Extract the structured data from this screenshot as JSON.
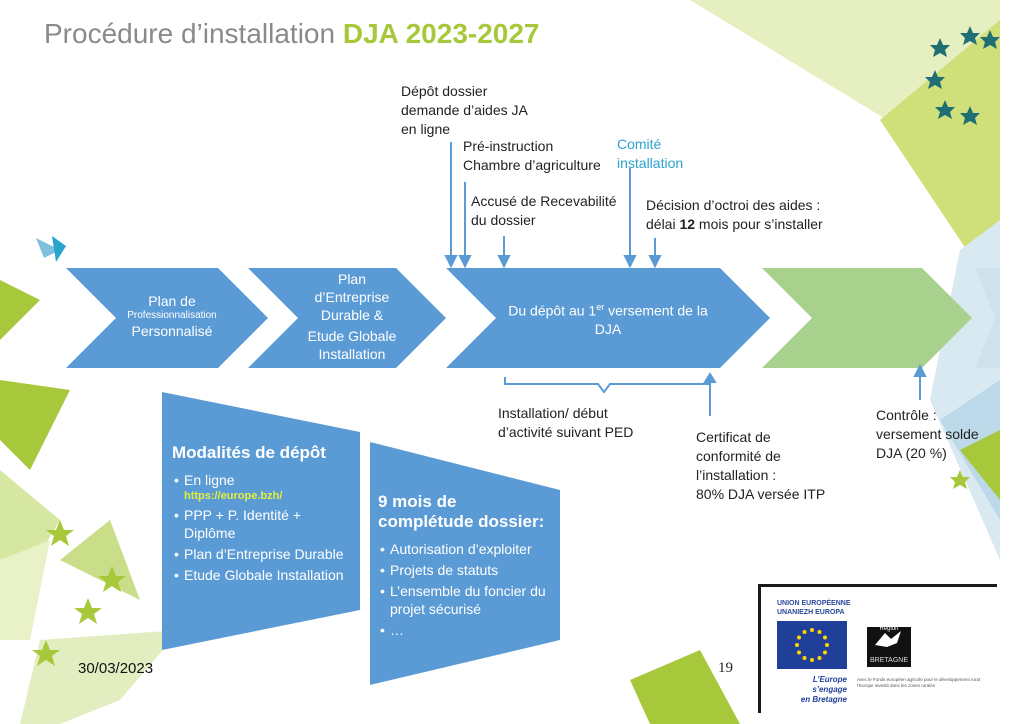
{
  "title": {
    "prefix": "Procédure d’installation ",
    "highlight": "DJA 2023-2027"
  },
  "colors": {
    "accent_green": "#a7c83a",
    "chevron_blue": "#5b9bd5",
    "chevron_green": "#a9d18e",
    "cyan_text": "#2aa3cf"
  },
  "timeline": {
    "step1": {
      "line1": "Plan de",
      "line2": "Professionnalisation",
      "line3": "Personnalisé"
    },
    "step2": {
      "line1": "Plan",
      "line2": "d’Entreprise",
      "line3": "Durable  &",
      "line4": "Etude Globale",
      "line5": "Installation"
    },
    "step3": {
      "text_a": "Du dépôt au 1",
      "sup": "er",
      "text_b": " versement de la",
      "line2": "DJA"
    }
  },
  "annotations": {
    "depot": [
      "Dépôt dossier",
      "demande d’aides JA",
      "en ligne"
    ],
    "preinstruction": [
      "Pré-instruction",
      "Chambre d’agriculture"
    ],
    "comite": [
      "Comité",
      "installation"
    ],
    "accuse": [
      "Accusé de Recevabilité",
      "du dossier"
    ],
    "decision": {
      "line1": "Décision d’octroi des aides :",
      "line2_a": "délai ",
      "line2_bold": "12",
      "line2_b": " mois pour s’installer"
    },
    "installation": [
      "Installation/ début",
      "d’activité suivant PED"
    ],
    "certificat": [
      "Certificat de",
      "conformité de",
      "l’installation :",
      "80% DJA versée ITP"
    ],
    "controle": [
      "Contrôle :",
      "versement solde",
      "DJA (20 %)"
    ]
  },
  "modalites": {
    "title": "Modalités de dépôt",
    "items": [
      "En ligne",
      "PPP + P. Identité + Diplôme",
      "Plan d’Entreprise Durable",
      "Etude Globale Installation"
    ],
    "url": "https://europe.bzh/"
  },
  "completude": {
    "title": "9 mois de complétude dossier:",
    "items": [
      "Autorisation d’exploiter",
      "Projets de statuts",
      "L’ensemble du foncier du projet sécurisé",
      "…"
    ]
  },
  "footer": {
    "date": "30/03/2023",
    "page": "19"
  },
  "logos": {
    "eu_line1": "UNION EUROPÉENNE",
    "eu_line2": "UNANIEZH EUROPA",
    "region_top": "Région",
    "region_name": "BRETAGNE",
    "engage_line1": "L’Europe s’engage",
    "engage_line2": "en Bretagne",
    "small_text": "Avec le Fonds européen agricole pour le développement rural : l’Europe investit dans les zones rurales"
  }
}
